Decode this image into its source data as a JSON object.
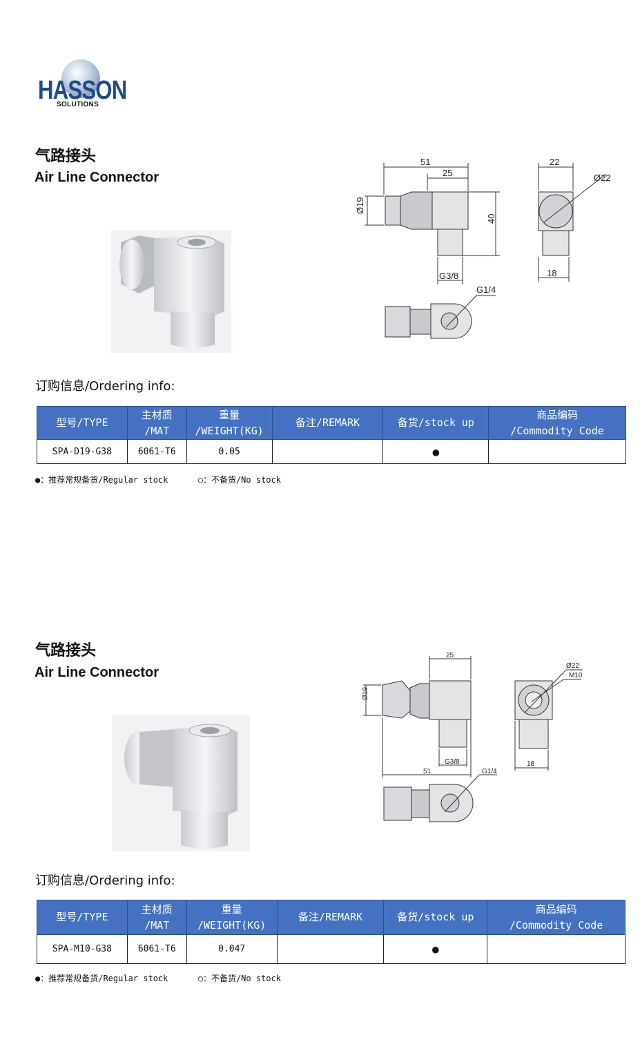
{
  "logo": {
    "name": "HASSON",
    "sub": "SOLUTIONS"
  },
  "products": [
    {
      "title_cn": "气路接头",
      "title_en": "Air Line Connector",
      "dims": {
        "total_len": "51",
        "body_len": "25",
        "dia_left": "Ø19",
        "height": "40",
        "thread_bottom": "G3/8",
        "width": "22",
        "dia_top": "Ø22",
        "stem": "18",
        "thread_side": "G1/4"
      },
      "ordering_label": "订购信息/Ordering info:",
      "headers": [
        {
          "l1": "型号/TYPE",
          "l2": ""
        },
        {
          "l1": "主材质",
          "l2": "/MAT"
        },
        {
          "l1": "重量",
          "l2": "/WEIGHT(KG)"
        },
        {
          "l1": "备注/REMARK",
          "l2": ""
        },
        {
          "l1": "备货/stock up",
          "l2": ""
        },
        {
          "l1": "商品编码",
          "l2": "/Commodity Code"
        }
      ],
      "row": {
        "type": "SPA-D19-G38",
        "mat": "6061-T6",
        "weight": "0.05",
        "remark": "",
        "stock": "●",
        "code": ""
      },
      "legend": "●：推荐常规备货/Regular stock      ○：不备货/No stock"
    },
    {
      "title_cn": "气路接头",
      "title_en": "Air Line Connector",
      "dims": {
        "body_len": "25",
        "dia_left": "Ø19",
        "thread_bottom": "G3/8",
        "total_len": "51",
        "thread_side": "G1/4",
        "dia_top": "Ø22",
        "thread_top": "M10",
        "stem": "18"
      },
      "ordering_label": "订购信息/Ordering info:",
      "headers": [
        {
          "l1": "型号/TYPE",
          "l2": ""
        },
        {
          "l1": "主材质",
          "l2": "/MAT"
        },
        {
          "l1": "重量",
          "l2": "/WEIGHT(KG)"
        },
        {
          "l1": "备注/REMARK",
          "l2": ""
        },
        {
          "l1": "备货/stock up",
          "l2": ""
        },
        {
          "l1": "商品编码",
          "l2": "/Commodity Code"
        }
      ],
      "row": {
        "type": "SPA-M10-G38",
        "mat": "6061-T6",
        "weight": "0.047",
        "remark": "",
        "stock": "●",
        "code": ""
      },
      "legend": "●：推荐常规备货/Regular stock      ○：不备货/No stock"
    }
  ]
}
